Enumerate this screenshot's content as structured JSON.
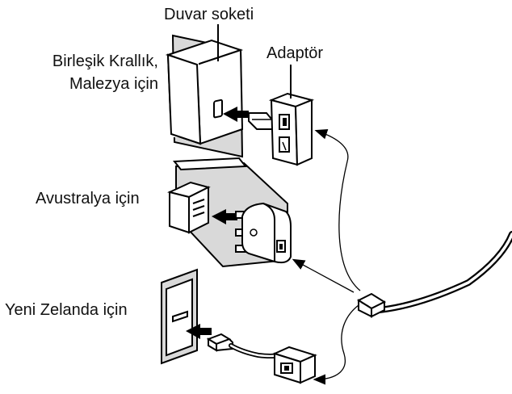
{
  "labels": {
    "wall_socket": "Duvar soketi",
    "adaptor": "Adaptör",
    "uk_malaysia_line1": "Birleşik Krallık,",
    "uk_malaysia_line2": "Malezya için",
    "australia": "Avustralya için",
    "new_zealand": "Yeni Zelanda için"
  },
  "colors": {
    "line": "#000000",
    "shade": "#d8d8d8",
    "face": "#ffffff",
    "arrow": "#000000",
    "text": "#111111"
  },
  "icons": [
    "wall-socket-uk-icon",
    "uk-adaptor-icon",
    "wall-socket-australia-icon",
    "australia-adaptor-icon",
    "wall-socket-new-zealand-icon",
    "new-zealand-adaptor-icon",
    "phone-cable-icon"
  ]
}
